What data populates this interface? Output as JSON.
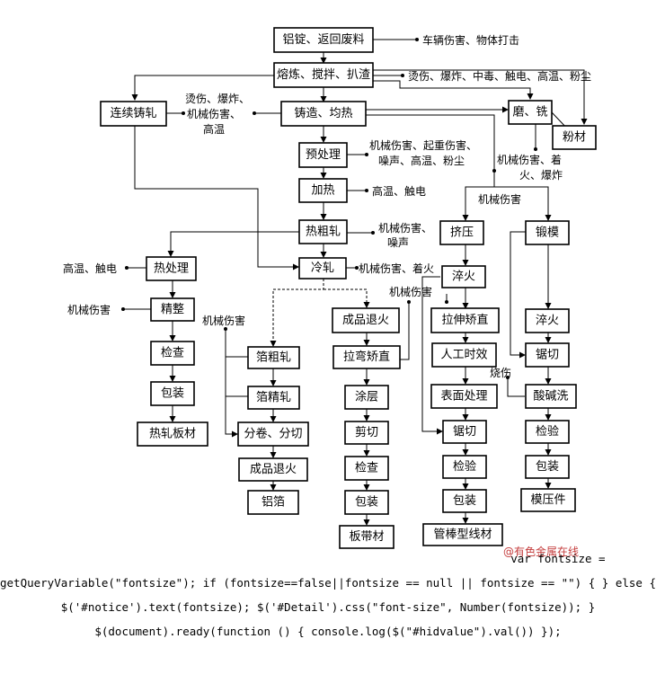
{
  "nodes": {
    "n_raw": "铝锭、返回废料",
    "n_melt": "熔炼、搅拌、扒渣",
    "n_cc": "连续铸轧",
    "n_cast": "铸造、均热",
    "n_mill": "磨、铣",
    "n_powder": "粉材",
    "n_pre": "预处理",
    "n_heat": "加热",
    "n_hotr": "热粗轧",
    "n_ext": "挤压",
    "n_forge": "锻模",
    "n_ht": "热处理",
    "n_cold": "冷轧",
    "n_quench1": "淬火",
    "n_fin": "精整",
    "n_anneal1": "成品退火",
    "n_stretch": "拉伸矫直",
    "n_quench2": "淬火",
    "n_insp1": "检查",
    "n_roughfoil": "箔粗轧",
    "n_bendstr": "拉弯矫直",
    "n_aging": "人工时效",
    "n_saw2": "锯切",
    "n_pack1": "包装",
    "n_finefoil": "箔精轧",
    "n_coating": "涂层",
    "n_surface": "表面处理",
    "n_pickle": "酸碱洗",
    "n_hotplate": "热轧板材",
    "n_split": "分卷、分切",
    "n_shear": "剪切",
    "n_saw1": "锯切",
    "n_verify3": "检验",
    "n_anneal2": "成品退火",
    "n_insp2": "检查",
    "n_verify1": "检验",
    "n_pack4": "包装",
    "n_foil": "铝箔",
    "n_pack2": "包装",
    "n_pack3": "包装",
    "n_forged": "模压件",
    "n_strip": "板带材",
    "n_tube": "管棒型线材"
  },
  "annotations": {
    "a_raw": "车辆伤害、物体打击",
    "a_melt": "烫伤、爆炸、中毒、触电、高温、粉尘",
    "a_cc_1": "烫伤、爆炸、",
    "a_cc_2": "机械伤害、",
    "a_cc_3": "高温",
    "a_pre_1": "机械伤害、起重伤害、",
    "a_pre_2": "噪声、高温、粉尘",
    "a_mill_1": "机械伤害、着",
    "a_mill_2": "火、爆炸",
    "a_heat": "高温、触电",
    "a_ext_group": "机械伤害",
    "a_hotr_1": "机械伤害、",
    "a_hotr_2": "噪声",
    "a_ht": "高温、触电",
    "a_cold": "机械伤害、着火",
    "a_cold_group": "机械伤害",
    "a_fin": "机械伤害",
    "a_foil_group": "机械伤害",
    "a_burn": "烧伤"
  },
  "watermark": "@有色金属在线",
  "code_text": "                                                                    var fontsize = getQueryVariable(\"fontsize\"); if (fontsize==false||fontsize == null || fontsize == \"\") { } else { $('#notice').text(fontsize); $('#Detail').css(\"font-size\", Number(fontsize)); } $(document).ready(function () { console.log($(\"#hidvalue\").val()) });"
}
